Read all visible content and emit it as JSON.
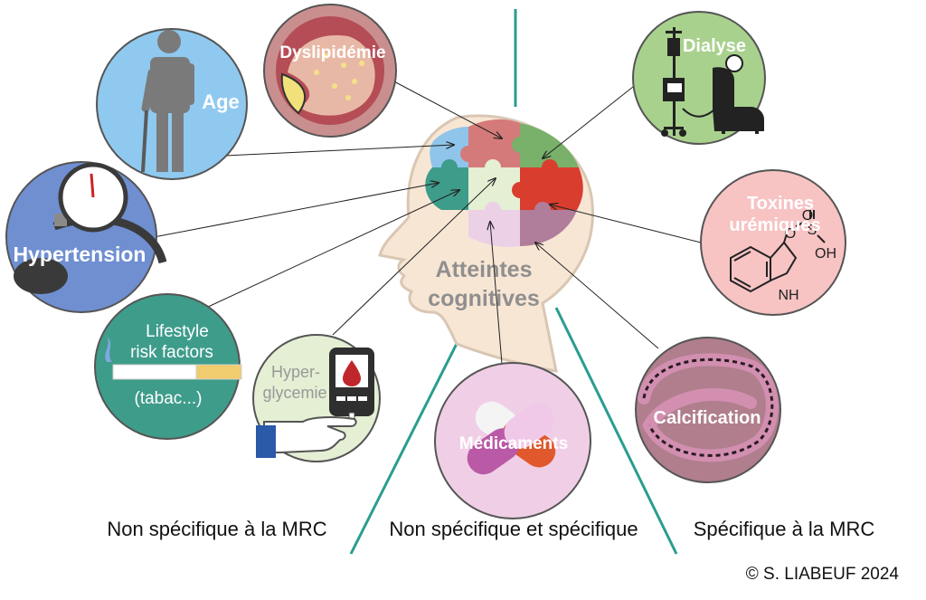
{
  "center": {
    "line1": "Atteintes",
    "line2": "cognitives"
  },
  "factors": {
    "age": "Age",
    "dyslipidemie": "Dyslipidémie",
    "hypertension": "Hypertension",
    "lifestyle_line1": "Lifestyle",
    "lifestyle_line2": "risk factors",
    "lifestyle_line3": "(tabac...)",
    "hyper_line1": "Hyper-",
    "hyper_line2": "glycemie",
    "medicaments": "Médicaments",
    "dialyse": "Dialyse",
    "toxines_line1": "Toxines",
    "toxines_line2": "urémiques",
    "calcification": "Calcification"
  },
  "chem": {
    "o_top": "O",
    "s": "S",
    "o_left": "O",
    "oh": "OH",
    "nh": "NH"
  },
  "sections": {
    "left": "Non spécifique à la MRC",
    "middle": "Non spécifique et spécifique",
    "right": "Spécifique à la MRC"
  },
  "copyright": "© S. LIABEUF 2024",
  "colors": {
    "divider": "#2a9d8f",
    "age_circle": "#8fc9ef",
    "hypertension_circle": "#6f8fd1",
    "lifestyle_circle": "#3e9c8a",
    "hyper_circle": "#e4efd4",
    "medicaments_circle": "#f0cfe6",
    "dialyse_circle": "#a8d18d",
    "toxines_circle": "#f7c3c3",
    "calcification_circle": "#b07e8c",
    "dyslipidemie_circle": "#c98f8f"
  }
}
